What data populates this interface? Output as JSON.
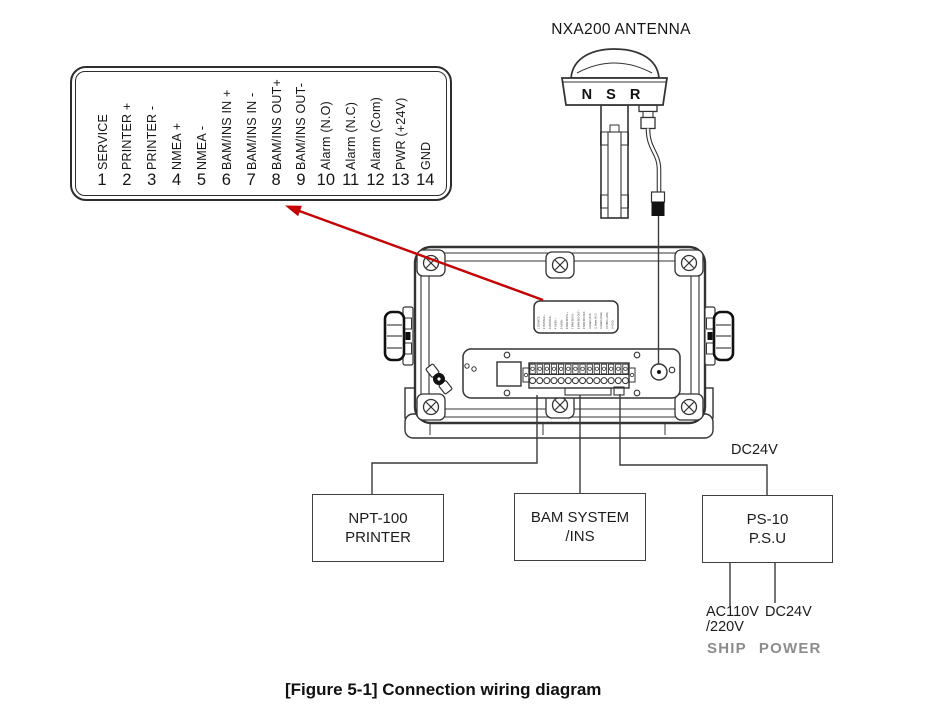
{
  "caption": "[Figure 5-1] Connection wiring diagram",
  "antenna": {
    "title": "NXA200 ANTENNA",
    "brand": "N S R"
  },
  "terminals": [
    {
      "num": "1",
      "label": "SERVICE"
    },
    {
      "num": "2",
      "label": "PRINTER +"
    },
    {
      "num": "3",
      "label": "PRINTER -"
    },
    {
      "num": "4",
      "label": "NMEA +"
    },
    {
      "num": "5",
      "label": "NMEA -"
    },
    {
      "num": "6",
      "label": "BAM/INS IN +"
    },
    {
      "num": "7",
      "label": "BAM/INS IN -"
    },
    {
      "num": "8",
      "label": "BAM/INS OUT+"
    },
    {
      "num": "9",
      "label": "BAM/INS OUT-"
    },
    {
      "num": "10",
      "label": "Alarm (N.O)"
    },
    {
      "num": "11",
      "label": "Alarm (N.C)"
    },
    {
      "num": "12",
      "label": "Alarm (Com)"
    },
    {
      "num": "13",
      "label": "PWR (+24V)"
    },
    {
      "num": "14",
      "label": "GND"
    }
  ],
  "boxes": [
    {
      "id": "printer",
      "lines": [
        "NPT-100",
        "PRINTER"
      ]
    },
    {
      "id": "bam",
      "lines": [
        "BAM SYSTEM",
        "/INS"
      ]
    },
    {
      "id": "psu",
      "lines": [
        "PS-10",
        "P.S.U"
      ]
    }
  ],
  "power_labels": {
    "dc24v_top": "DC24V",
    "ac_line1": "AC110V",
    "ac_line2": "/220V",
    "dc24v_bottom": "DC24V",
    "ship_power": "SHIP POWER"
  },
  "colors": {
    "arrow_red": "#c40404",
    "line_dark": "#333333",
    "wire": "#3a3a3a",
    "ship_power_gray": "#8c8c8c"
  }
}
